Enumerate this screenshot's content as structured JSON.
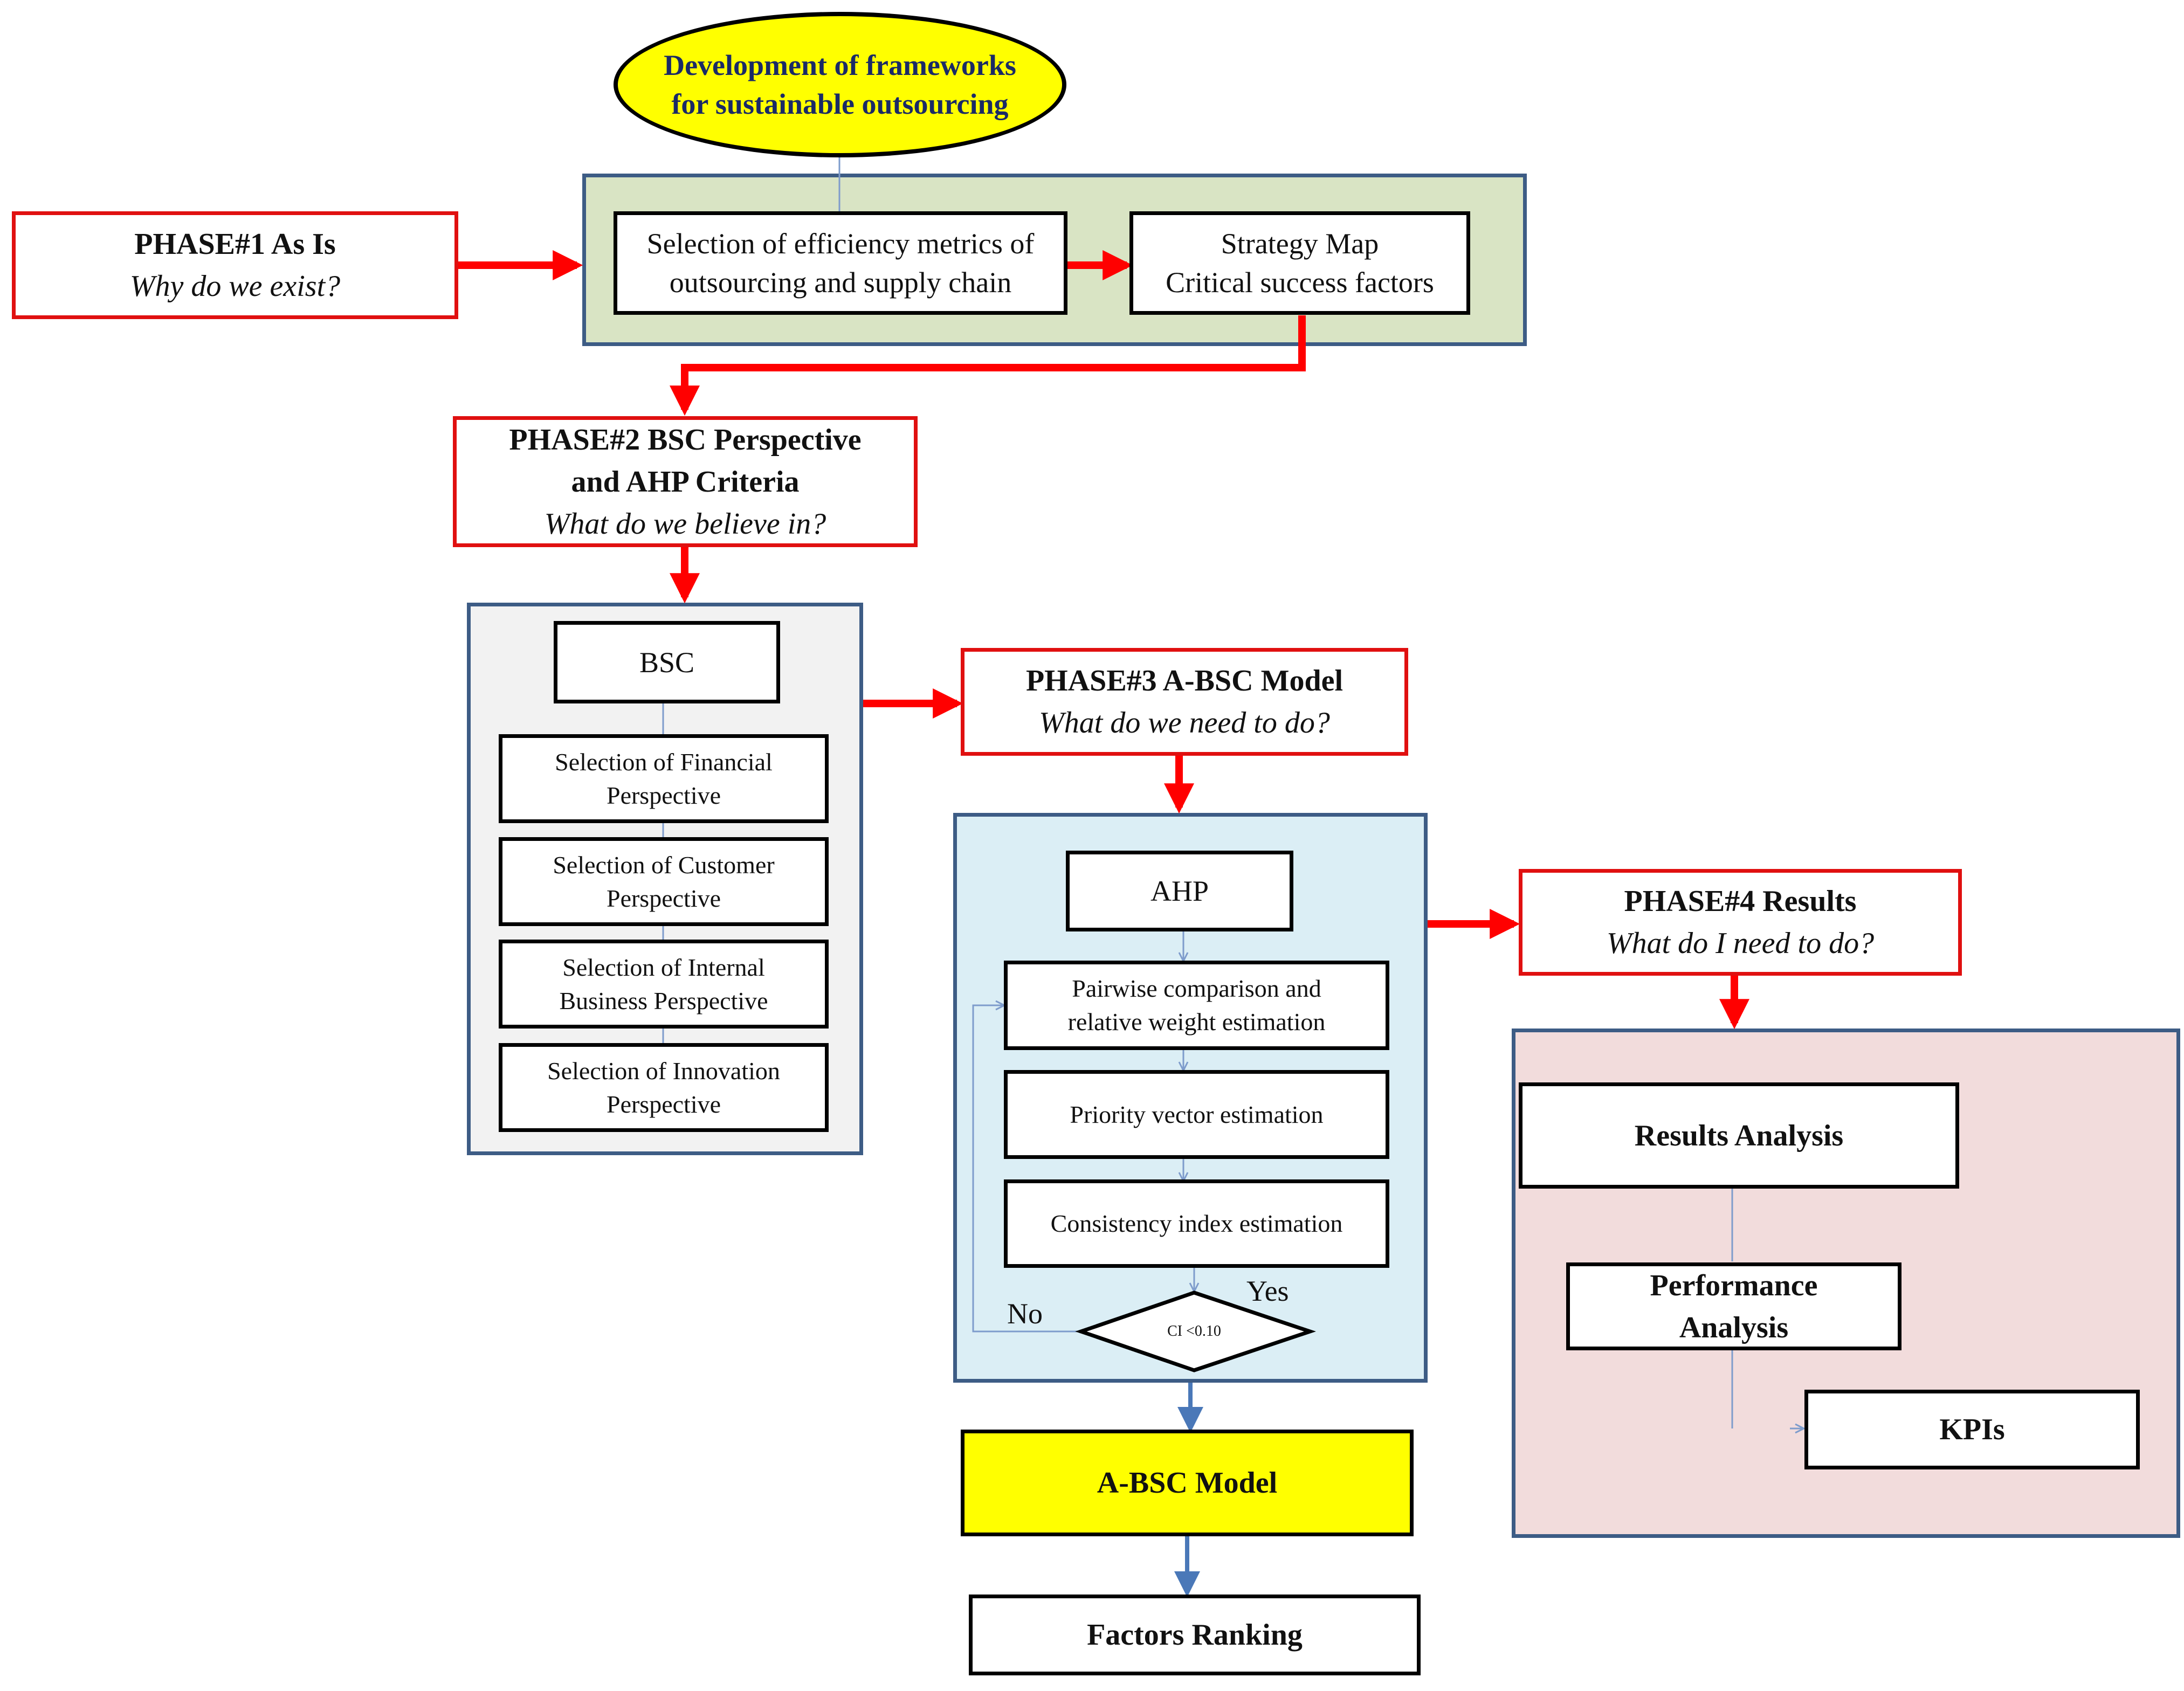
{
  "start": {
    "lines": [
      "Development of frameworks",
      "for sustainable outsourcing"
    ]
  },
  "phase1": {
    "lines": [
      "PHASE#1 As Is",
      "Why do we exist?"
    ],
    "steps": [
      {
        "lines": [
          "Selection of efficiency metrics of",
          "outsourcing and supply chain"
        ]
      },
      {
        "lines": [
          "Strategy Map",
          "Critical success  factors"
        ]
      }
    ]
  },
  "phase2": {
    "lines": [
      "PHASE#2 BSC  Perspective",
      "and AHP Criteria",
      "What do we believe in?"
    ],
    "bsc_title": "BSC",
    "steps": [
      {
        "lines": [
          "Selection  of Financial",
          "Perspective"
        ]
      },
      {
        "lines": [
          "Selection  of Customer",
          "Perspective"
        ]
      },
      {
        "lines": [
          "Selection  of Internal",
          "Business  Perspective"
        ]
      },
      {
        "lines": [
          "Selection  of Innovation",
          "Perspective"
        ]
      }
    ]
  },
  "phase3": {
    "lines": [
      "PHASE#3 A-BSC Model",
      "What do we need to do?"
    ],
    "ahp_title": "AHP",
    "steps": [
      {
        "lines": [
          "Pairwise  comparison  and",
          "relative  weight  estimation"
        ]
      },
      {
        "lines": [
          "Priority  vector  estimation"
        ]
      },
      {
        "lines": [
          "Consistency  index  estimation"
        ]
      }
    ],
    "decision": "CI <0.10",
    "yes_label": "Yes",
    "no_label": "No"
  },
  "absc_model": "A-BSC Model",
  "factors_ranking": "Factors Ranking",
  "phase4": {
    "lines": [
      "PHASE#4 Results",
      "What do I need to do?"
    ],
    "steps": [
      {
        "lines": [
          "Results Analysis"
        ]
      },
      {
        "lines": [
          "Performance",
          "Analysis"
        ]
      },
      {
        "lines": [
          "KPIs"
        ]
      }
    ]
  },
  "colors": {
    "start_fill": "#ffff00",
    "absc_fill": "#ffff00",
    "phase1_panel": "#d9e4c4",
    "phase2_panel": "#f2f2f2",
    "phase3_panel": "#dbeef5",
    "phase4_panel": "#f2dcdc",
    "red_arrow": "#ff0000",
    "blue_connector": "#4a78b8",
    "panel_border": "#3d5c85"
  }
}
